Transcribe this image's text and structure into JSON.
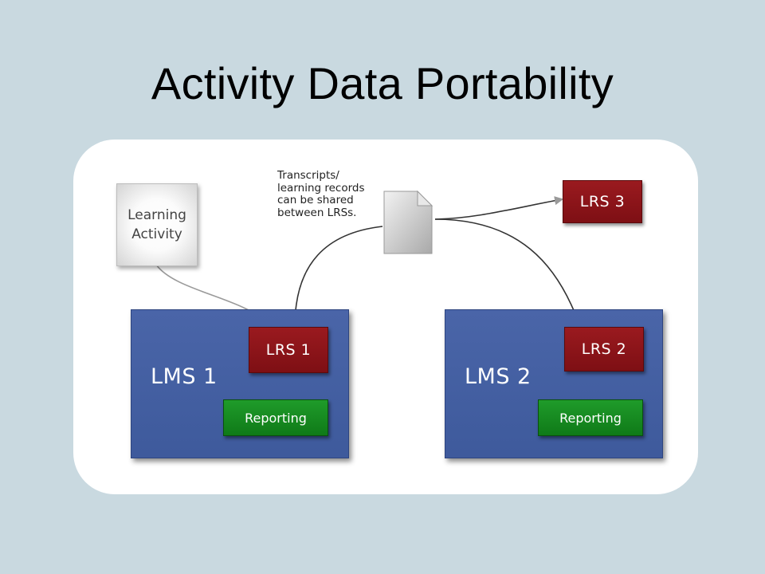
{
  "slide": {
    "title": "Activity Data Portability"
  },
  "diagram": {
    "learning_activity": "Learning\nActivity",
    "annotation": "Transcripts/\nlearning records\ncan be shared\nbetween LRSs.",
    "lms1": {
      "label": "LMS 1",
      "lrs": "LRS 1",
      "reporting": "Reporting"
    },
    "lms2": {
      "label": "LMS 2",
      "lrs": "LRS 2",
      "reporting": "Reporting"
    },
    "lrs3": "LRS 3",
    "icons": [
      "document-icon"
    ],
    "colors": {
      "background": "#c9d9e0",
      "lms_blue": "#4a65a8",
      "lrs_red": "#8c1318",
      "reporting_green": "#138a1f"
    }
  }
}
